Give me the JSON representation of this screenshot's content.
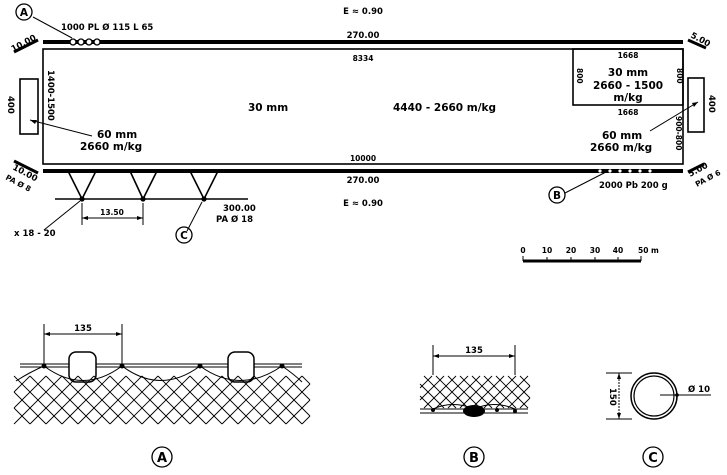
{
  "colors": {
    "ink": "#000000",
    "paper": "#ffffff"
  },
  "plan": {
    "callout_A": "A",
    "callout_B": "B",
    "callout_C": "C",
    "float_line_spec": "1000 PL Ø 115 L 65",
    "top_rope_length": "270.00",
    "top_hanging": "E ≈ 0.90",
    "top_inner_length": "8334",
    "bottom_inner_length": "10000",
    "bottom_rope_length": "270.00",
    "bottom_hanging": "E ≈ 0.90",
    "left_top_end": "10.00",
    "left_bottom_end": "10.00",
    "left_bottom_material": "PA Ø 8",
    "right_top_end": "5.00",
    "right_bottom_end": "5.00",
    "right_bottom_material": "PA Ø 6",
    "left_depth": "1400-1500",
    "left_selvedge_width": "400",
    "left_selvedge_mesh": "60 mm",
    "left_selvedge_twine": "2660 m/kg",
    "main_mesh": "30 mm",
    "main_twine": "4440 - 2660 m/kg",
    "bunt_top": "1668",
    "bunt_bottom": "1668",
    "bunt_left_depth": "800",
    "bunt_right_depth": "800",
    "bunt_mesh": "30 mm",
    "bunt_twine_1": "2660 - 1500",
    "bunt_twine_2": "m/kg",
    "right_depth": "900-800",
    "right_selvedge_width": "400",
    "right_selvedge_mesh": "60 mm",
    "right_selvedge_twine": "2660 m/kg",
    "sinker_spec": "2000 Pb 200 g",
    "ring_count": "x 18 - 20",
    "bridle_spacing": "13.50",
    "purse_line_length": "300.00",
    "purse_line_material": "PA Ø 18"
  },
  "scale_bar": {
    "ticks": [
      "0",
      "10",
      "20",
      "30",
      "40"
    ],
    "last": "50 m"
  },
  "details": {
    "A": {
      "label": "A",
      "spacing": "135"
    },
    "B": {
      "label": "B",
      "spacing": "135"
    },
    "C": {
      "label": "C",
      "height": "150",
      "diameter": "Ø 10"
    }
  }
}
